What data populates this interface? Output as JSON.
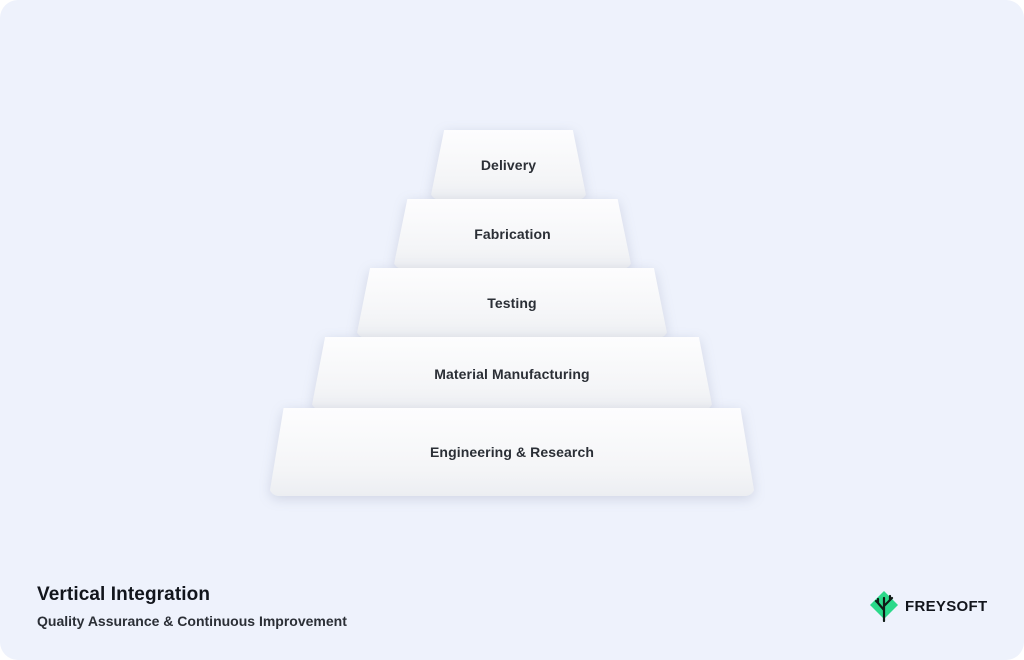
{
  "diagram": {
    "tiers": [
      {
        "label": "Delivery"
      },
      {
        "label": "Fabrication"
      },
      {
        "label": "Testing"
      },
      {
        "label": "Material Manufacturing"
      },
      {
        "label": "Engineering & Research"
      }
    ]
  },
  "footer": {
    "title": "Vertical Integration",
    "subtitle": "Quality Assurance & Continuous Improvement"
  },
  "brand": {
    "name": "FREYSOFT",
    "logo_icon": "tree-diamond-icon",
    "accent_color": "#2bd98a",
    "dark_color": "#0f1b16"
  },
  "colors": {
    "background": "#eef2fc",
    "tier_fill": "#f7f8fa",
    "text": "#2b2f36"
  }
}
